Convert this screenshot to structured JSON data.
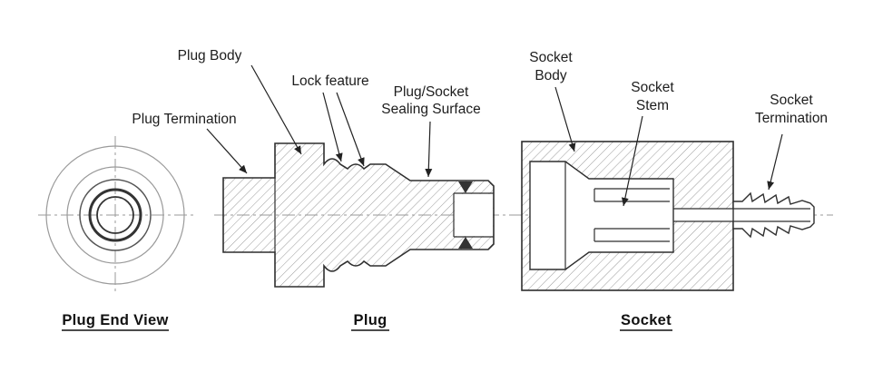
{
  "figure": {
    "callouts": {
      "plug_termination": "Plug Termination",
      "plug_body": "Plug Body",
      "lock_feature": "Lock feature",
      "sealing_surface_line1": "Plug/Socket",
      "sealing_surface_line2": "Sealing Surface",
      "socket_body_line1": "Socket",
      "socket_body_line2": "Body",
      "socket_stem_line1": "Socket",
      "socket_stem_line2": "Stem",
      "socket_termination_line1": "Socket",
      "socket_termination_line2": "Termination"
    },
    "captions": {
      "plug_end_view": "Plug End View",
      "plug": "Plug",
      "socket": "Socket"
    },
    "colors": {
      "line": "#2f2f2f",
      "hatch": "#8f8f8f",
      "centerline": "#9a9a9a",
      "text": "#1d1d1d",
      "background": "#ffffff"
    }
  }
}
